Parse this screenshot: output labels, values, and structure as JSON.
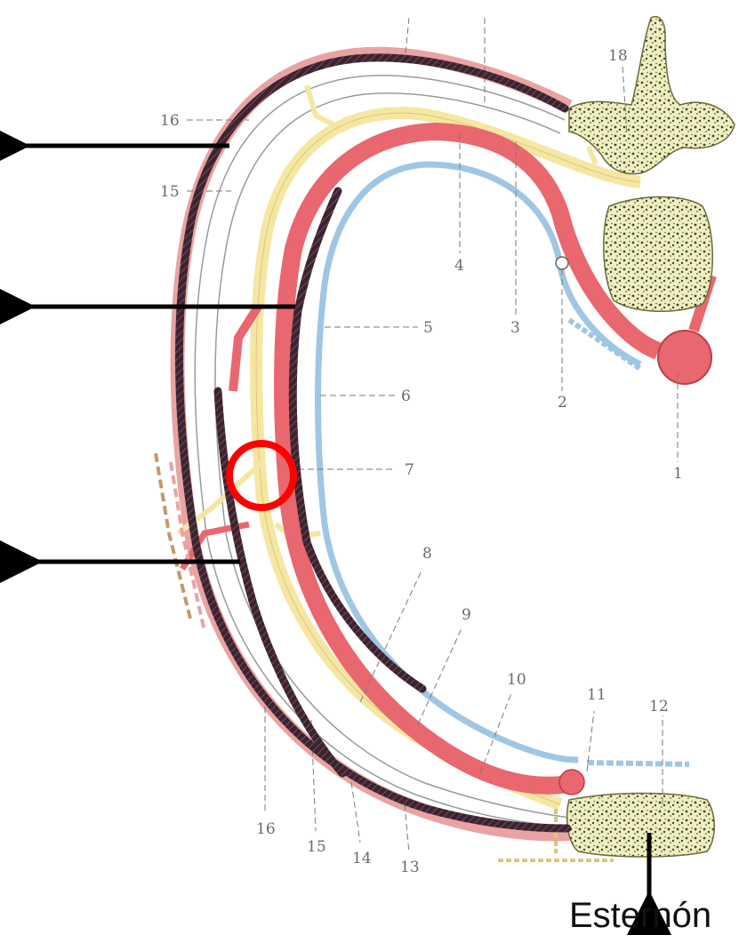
{
  "labels": {
    "l1": "1",
    "l2": "2",
    "l3": "3",
    "l4": "4",
    "l5": "5",
    "l6": "6",
    "l7": "7",
    "l8": "8",
    "l9": "9",
    "l10": "10",
    "l11": "11",
    "l12": "12",
    "l13": "13",
    "l14": "14",
    "l15_top": "15",
    "l15_bottom": "15",
    "l16_top": "16",
    "l16_bottom": "16",
    "l18": "18"
  },
  "annotation": {
    "sternum": "Esternón"
  },
  "colors": {
    "artery": "#e9676e",
    "vein": "#9fc6e4",
    "nerve": "#f5e7a2",
    "bone": "#efeec2",
    "bone_spots": "#3e4a1e",
    "skin": "#e9a3a3",
    "overlay_band": "#3a2430",
    "arrow": "#000000",
    "highlight_circle": "#ff0000"
  }
}
